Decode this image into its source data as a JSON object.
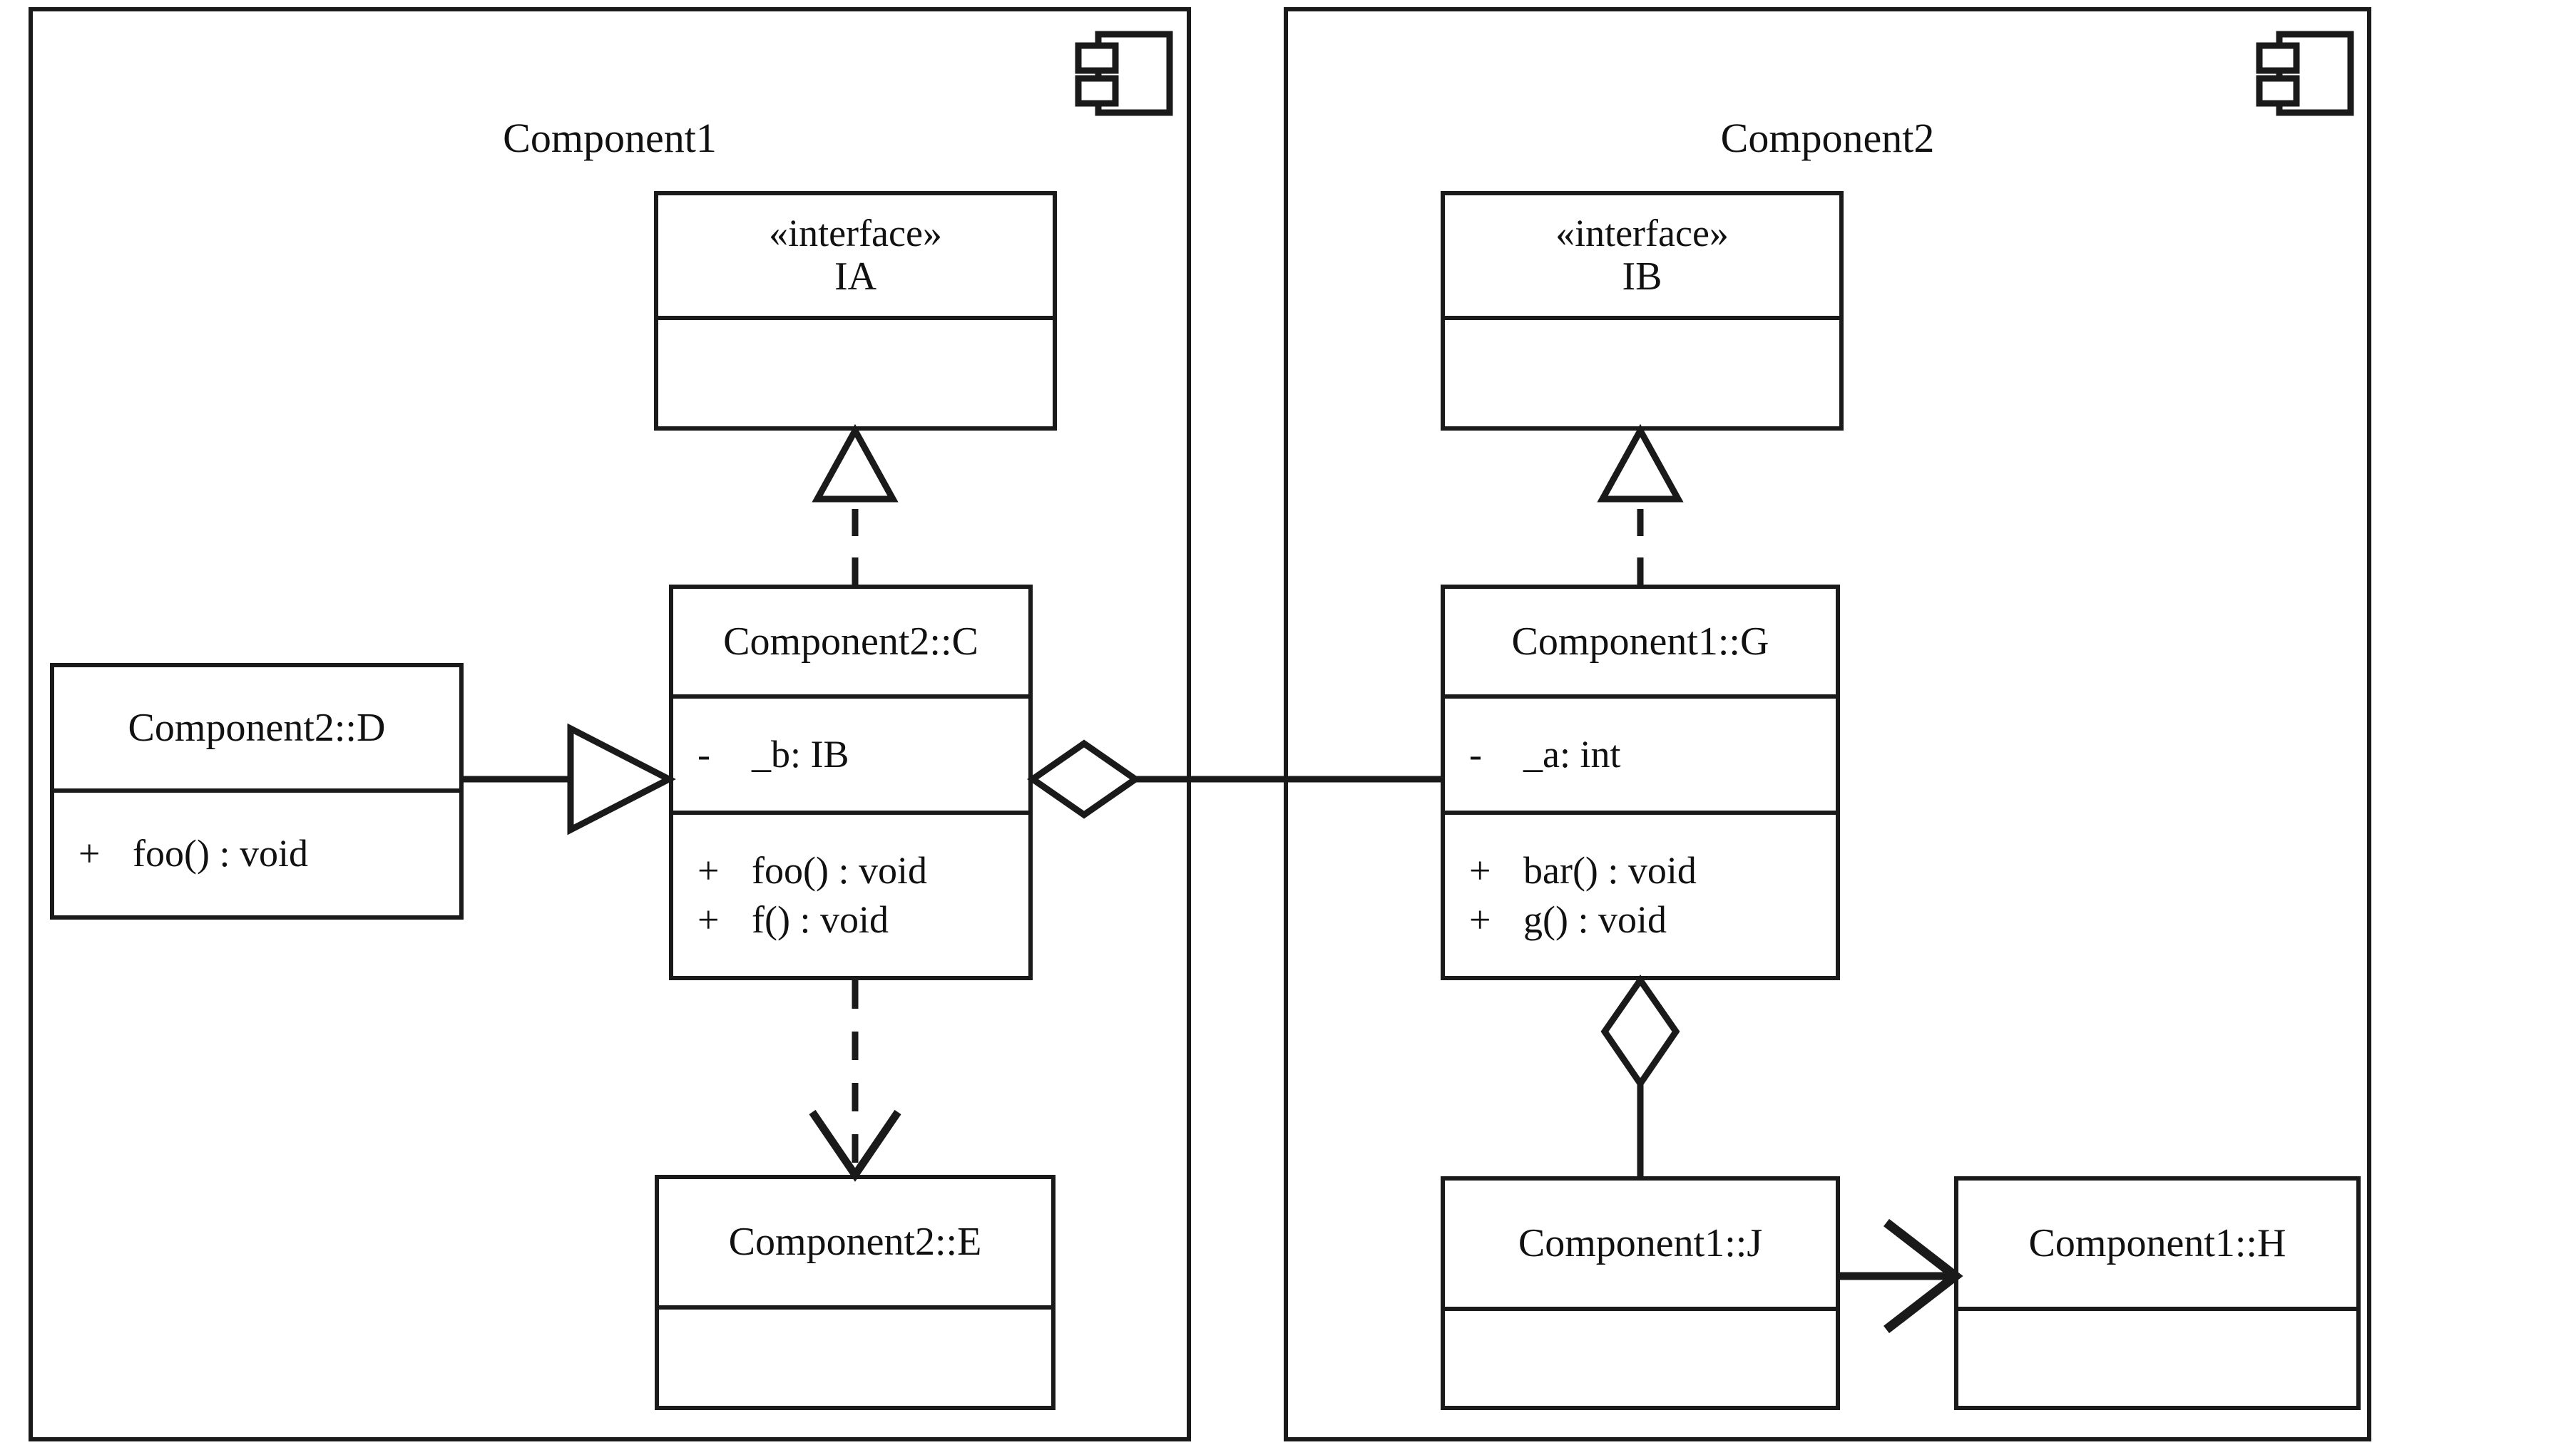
{
  "diagram": {
    "kind": "uml-component-diagram",
    "stroke_color": "#1a1a1a",
    "background_color": "#ffffff"
  },
  "packages": [
    {
      "id": "component1",
      "label": "Component1",
      "icon": "component-icon"
    },
    {
      "id": "component2",
      "label": "Component2",
      "icon": "component-icon"
    }
  ],
  "classifiers": {
    "ia": {
      "stereotype": "«interface»",
      "name": "IA",
      "attributes": [],
      "operations": []
    },
    "ib": {
      "stereotype": "«interface»",
      "name": "IB",
      "attributes": [],
      "operations": []
    },
    "c": {
      "name": "Component2::C",
      "attributes": [
        {
          "visibility": "-",
          "signature": "_b:  IB"
        }
      ],
      "operations": [
        {
          "visibility": "+",
          "signature": "foo() : void"
        },
        {
          "visibility": "+",
          "signature": "f() : void"
        }
      ]
    },
    "d": {
      "name": "Component2::D",
      "operations": [
        {
          "visibility": "+",
          "signature": "foo() : void"
        }
      ]
    },
    "e": {
      "name": "Component2::E",
      "attributes": [],
      "operations": []
    },
    "g": {
      "name": "Component1::G",
      "attributes": [
        {
          "visibility": "-",
          "signature": "_a:  int"
        }
      ],
      "operations": [
        {
          "visibility": "+",
          "signature": "bar() : void"
        },
        {
          "visibility": "+",
          "signature": "g() : void"
        }
      ]
    },
    "j": {
      "name": "Component1::J",
      "attributes": [],
      "operations": []
    },
    "h": {
      "name": "Component1::H",
      "attributes": [],
      "operations": []
    }
  },
  "relationships": [
    {
      "id": "c-realizes-ia",
      "from": "c",
      "to": "ia",
      "type": "realization",
      "line": "dashed",
      "head": "hollow-triangle"
    },
    {
      "id": "g-realizes-ib",
      "from": "g",
      "to": "ib",
      "type": "realization",
      "line": "dashed",
      "head": "hollow-triangle"
    },
    {
      "id": "d-generalizes-c",
      "from": "d",
      "to": "c",
      "type": "generalization",
      "line": "solid",
      "head": "hollow-triangle"
    },
    {
      "id": "c-aggregates-g",
      "from": "c",
      "to": "g",
      "type": "aggregation",
      "line": "solid",
      "head": "hollow-diamond"
    },
    {
      "id": "c-depends-e",
      "from": "c",
      "to": "e",
      "type": "dependency",
      "line": "dashed",
      "head": "open-arrow"
    },
    {
      "id": "g-aggregates-j",
      "from": "g",
      "to": "j",
      "type": "aggregation",
      "line": "solid",
      "head": "hollow-diamond"
    },
    {
      "id": "j-association-h",
      "from": "j",
      "to": "h",
      "type": "association",
      "line": "solid",
      "head": "open-arrow"
    }
  ]
}
